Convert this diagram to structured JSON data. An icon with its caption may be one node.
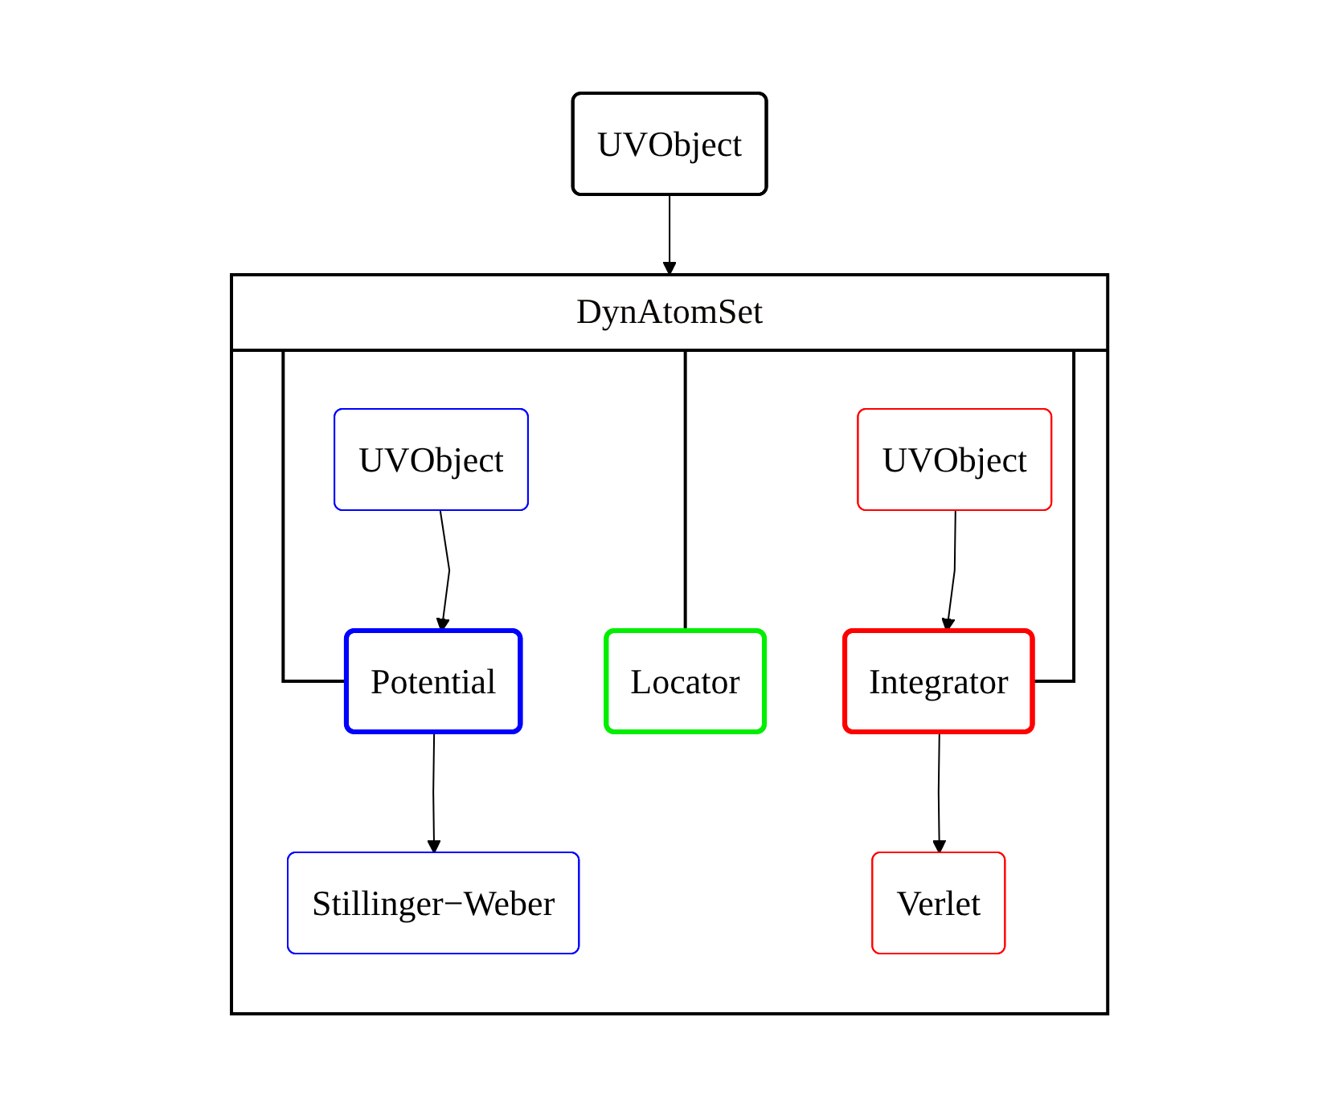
{
  "diagram": {
    "nodes": [
      {
        "text": [
          "UVObject"
        ]
      },
      {
        "text": [
          "DynAtomSet"
        ]
      },
      {
        "text": [
          "UVObject"
        ],
        "in": 1
      },
      {
        "text": [
          "Potential"
        ],
        "in": 1
      },
      {
        "text": [
          "Stillinger−Weber"
        ],
        "in": 1
      },
      {
        "text": [
          "Locator"
        ],
        "in": 1
      },
      {
        "text": [
          "UVObject"
        ],
        "in": 1
      },
      {
        "text": [
          "Integrator"
        ],
        "in": 1
      },
      {
        "text": [
          "Verlet"
        ],
        "in": 1
      }
    ],
    "edges": [
      {
        "from": 0,
        "to": 1,
        "arrow": "to"
      },
      {
        "from": 1,
        "to": 3,
        "arrow": "none"
      },
      {
        "from": 1,
        "to": 5,
        "arrow": "none"
      },
      {
        "from": 1,
        "to": 7,
        "arrow": "none"
      },
      {
        "from": 2,
        "to": 3,
        "arrow": "to"
      },
      {
        "from": 3,
        "to": 4,
        "arrow": "to"
      },
      {
        "from": 6,
        "to": 7,
        "arrow": "to"
      },
      {
        "from": 7,
        "to": 8,
        "arrow": "to"
      }
    ]
  }
}
